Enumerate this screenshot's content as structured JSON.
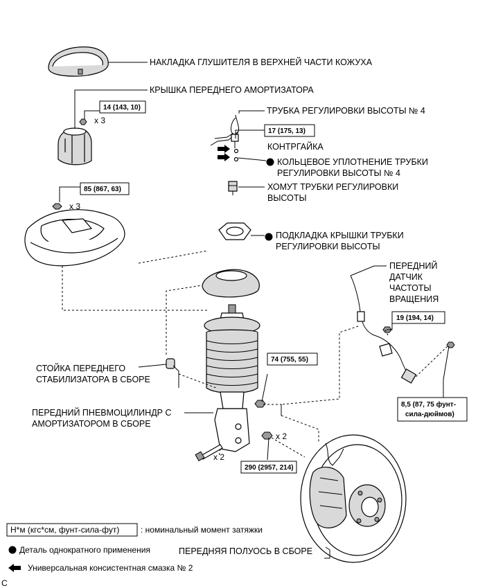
{
  "parts": {
    "muffler_cover": "НАКЛАДКА ГЛУШИТЕЛЯ В ВЕРХНЕЙ ЧАСТИ КОЖУХА",
    "front_shock_cover": "КРЫШКА ПЕРЕДНЕГО АМОРТИЗАТОРА",
    "height_tube_no4": "ТРУБКА РЕГУЛИРОВКИ ВЫСОТЫ № 4",
    "lock_nut": "КОНТРГАЙКА",
    "o_ring_line1": "КОЛЬЦЕВОЕ УПЛОТНЕНИЕ ТРУБКИ",
    "o_ring_line2": "РЕГУЛИРОВКИ ВЫСОТЫ № 4",
    "tube_clamp_line1": "ХОМУТ ТРУБКИ РЕГУЛИРОВКИ",
    "tube_clamp_line2": "ВЫСОТЫ",
    "tube_cover_gasket_line1": "ПОДКЛАДКА КРЫШКИ ТРУБКИ",
    "tube_cover_gasket_line2": "РЕГУЛИРОВКИ ВЫСОТЫ",
    "speed_sensor_line1": "ПЕРЕДНИЙ",
    "speed_sensor_line2": "ДАТЧИК",
    "speed_sensor_line3": "ЧАСТОТЫ",
    "speed_sensor_line4": "ВРАЩЕНИЯ",
    "stabilizer_link_line1": "СТОЙКА ПЕРЕДНЕГО",
    "stabilizer_link_line2": "СТАБИЛИЗАТОРА В СБОРЕ",
    "air_cylinder_line1": "ПЕРЕДНИЙ ПНЕВМОЦИЛИНДР С",
    "air_cylinder_line2": "АМОРТИЗАТОРОМ В СБОРЕ",
    "front_axle_hub": "ПЕРЕДНЯЯ ПОЛУОСЬ В СБОРЕ"
  },
  "torques": {
    "t1": "14 (143, 10)",
    "t2": "17 (175, 13)",
    "t3": "85 (867, 63)",
    "t4": "19 (194, 14)",
    "t5": "74 (755, 55)",
    "t6_line1": "8,5 (87, 75 фунт-",
    "t6_line2": "сила-дюймов)",
    "t7": "290 (2957, 214)"
  },
  "quantities": {
    "q1": "x 3",
    "q2": "x 3",
    "q3": "x 2",
    "q4": "x 2"
  },
  "legend": {
    "torque_unit": "Н*м (кгс*см, фунт-сила-фут)",
    "torque_desc": ": номинальный момент затяжки",
    "single_use": "Деталь однократного применения",
    "grease": "Универсальная консистентная смазка № 2"
  },
  "corner_code": "C",
  "icons": {
    "single_use": "filled-circle-icon",
    "grease": "black-arrow-icon"
  }
}
